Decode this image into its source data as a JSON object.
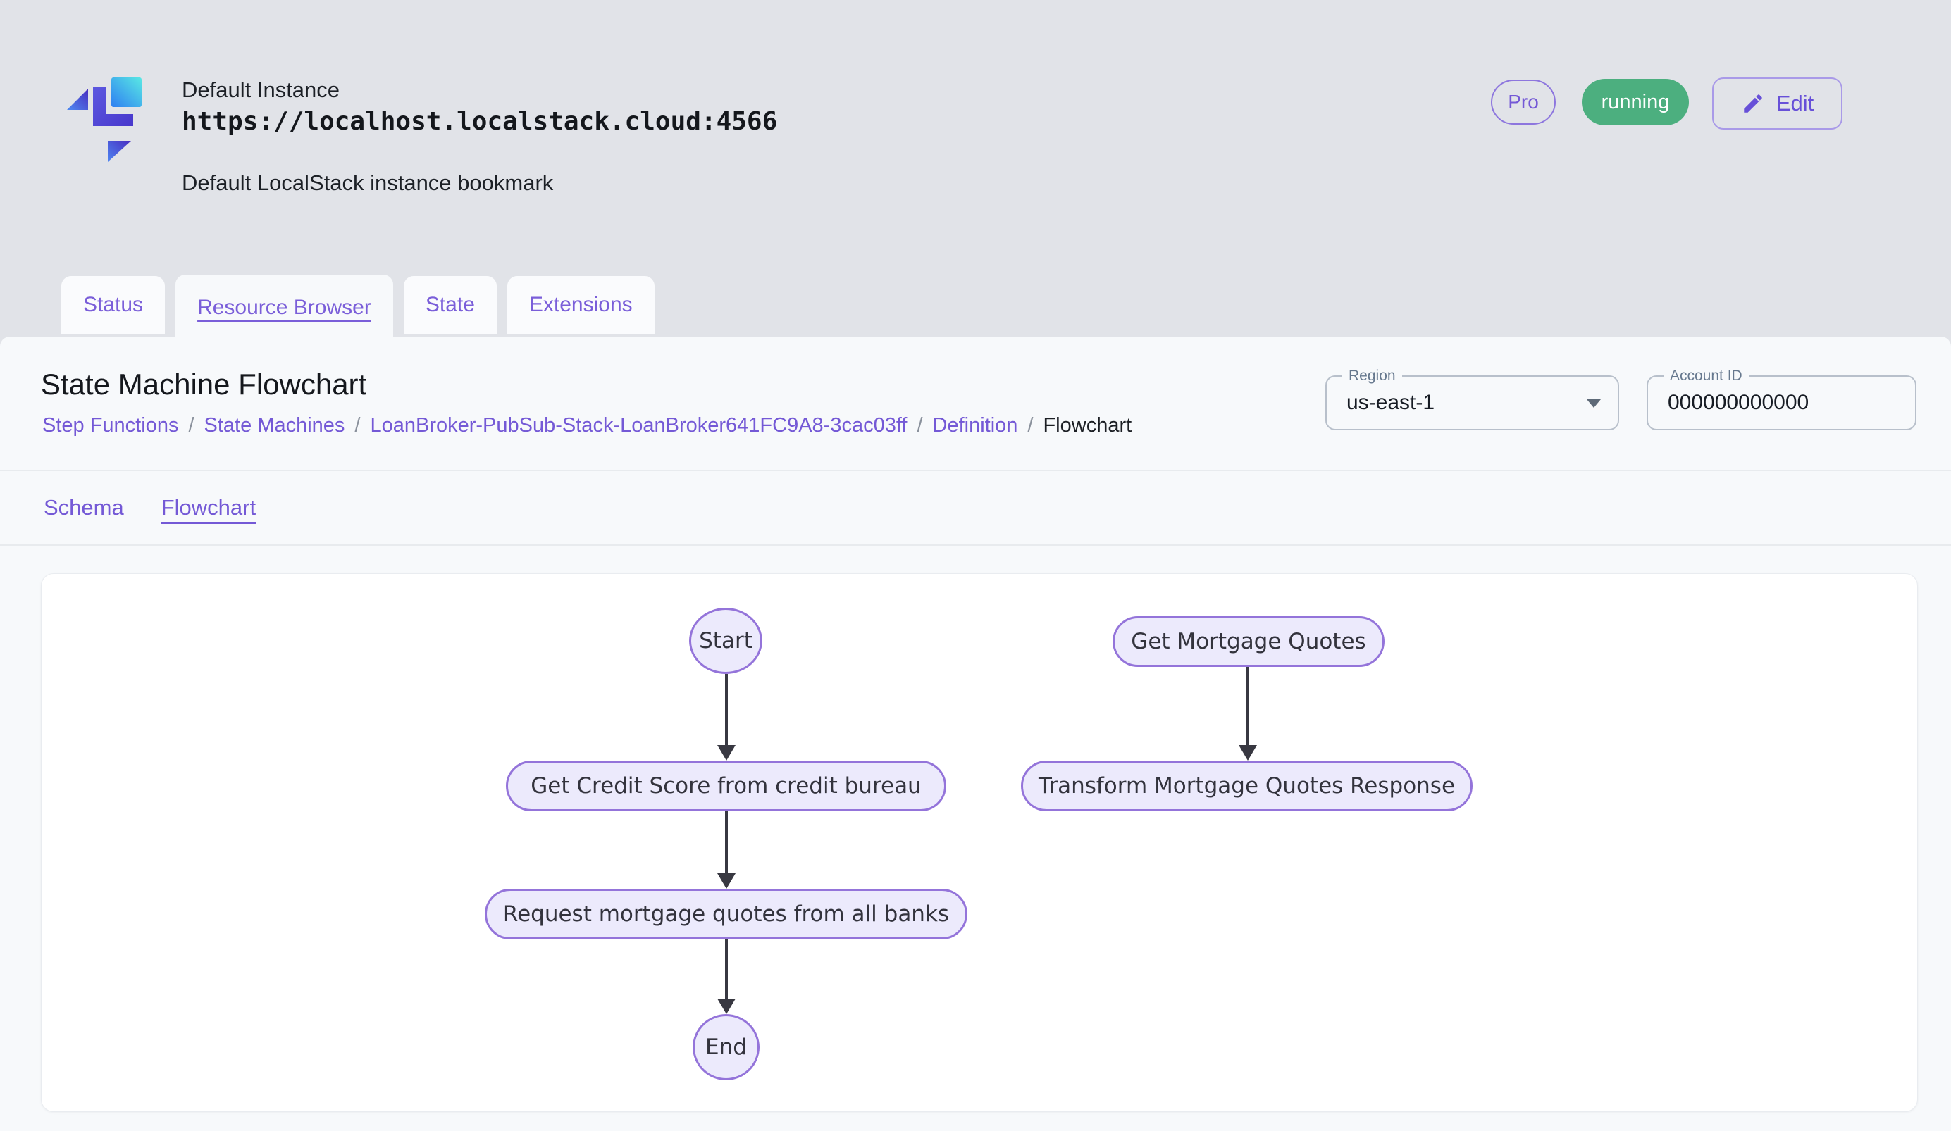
{
  "header": {
    "instance_name": "Default Instance",
    "instance_url": "https://localhost.localstack.cloud:4566",
    "instance_description": "Default LocalStack instance bookmark",
    "pro_badge": "Pro",
    "status_badge": "running",
    "edit_button": "Edit"
  },
  "tabs": {
    "items": [
      {
        "label": "Status",
        "active": false
      },
      {
        "label": "Resource Browser",
        "active": true
      },
      {
        "label": "State",
        "active": false
      },
      {
        "label": "Extensions",
        "active": false
      }
    ]
  },
  "page": {
    "title": "State Machine Flowchart",
    "breadcrumb": {
      "separator": "/",
      "links": [
        "Step Functions",
        "State Machines",
        "LoanBroker-PubSub-Stack-LoanBroker641FC9A8-3cac03ff",
        "Definition"
      ],
      "current": "Flowchart"
    },
    "region": {
      "label": "Region",
      "value": "us-east-1"
    },
    "account": {
      "label": "Account ID",
      "value": "000000000000"
    }
  },
  "subtabs": {
    "items": [
      {
        "label": "Schema",
        "active": false
      },
      {
        "label": "Flowchart",
        "active": true
      }
    ]
  },
  "flowchart": {
    "nodes": {
      "start": {
        "label": "Start",
        "shape": "circle"
      },
      "get_mortgage_quotes": {
        "label": "Get Mortgage Quotes",
        "shape": "stadium"
      },
      "get_credit_score": {
        "label": "Get Credit Score from credit bureau",
        "shape": "stadium"
      },
      "transform_response": {
        "label": "Transform Mortgage Quotes Response",
        "shape": "stadium"
      },
      "request_quotes": {
        "label": "Request mortgage quotes from all banks",
        "shape": "stadium"
      },
      "end": {
        "label": "End",
        "shape": "circle"
      }
    },
    "edges": [
      {
        "from": "start",
        "to": "get_credit_score"
      },
      {
        "from": "get_credit_score",
        "to": "request_quotes"
      },
      {
        "from": "request_quotes",
        "to": "end"
      },
      {
        "from": "get_mortgage_quotes",
        "to": "transform_response"
      }
    ],
    "style": {
      "node_fill": "#ECEAFC",
      "node_border": "#9474DA",
      "edge_color": "#383841"
    }
  },
  "colors": {
    "accent_purple": "#7459D6",
    "status_green": "#4CAF7F",
    "page_background": "#E1E3E8",
    "panel_background": "#F7F9FB",
    "card_background": "#FFFFFF"
  }
}
